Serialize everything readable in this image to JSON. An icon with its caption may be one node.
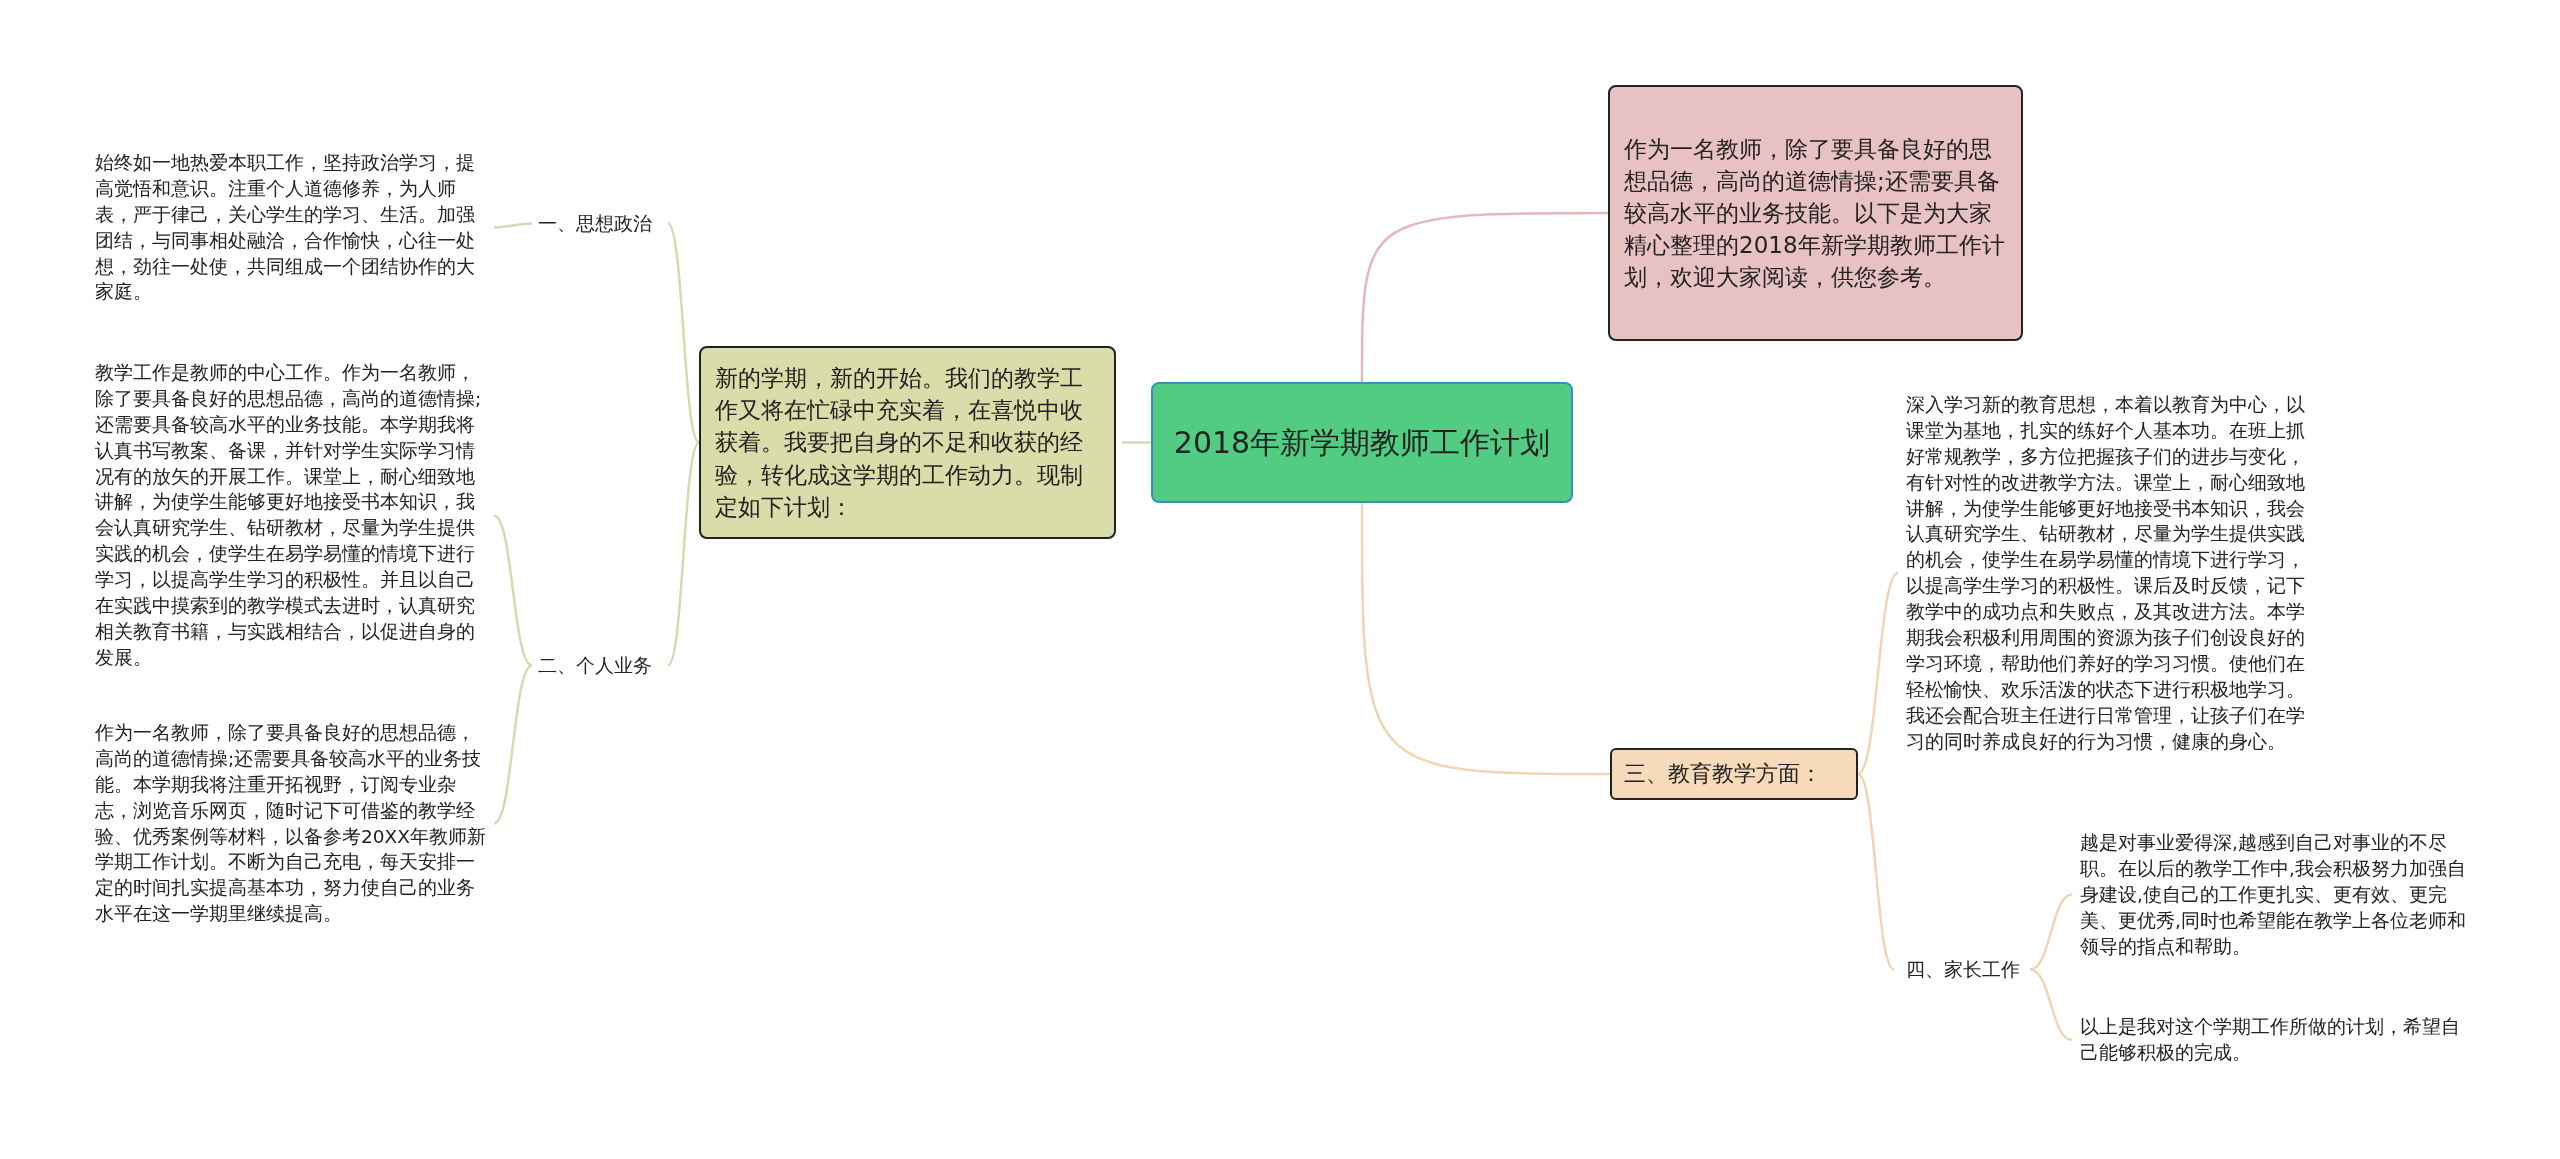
{
  "diagram": {
    "nodes": [
      {
        "text": [
          "2018年新学期教师工作计划"
        ]
      },
      {
        "text": [
          "新的学期，新的开始。我们的教学工作又将在忙碌中充实着，在喜悦中收获着。我要把自身的不足和收获的经验，转化成这学期的工作动力。现制定如下计划："
        ]
      },
      {
        "text": [
          "作为一名教师，除了要具备良好的思想品德，高尚的道德情操;还需要具备较高水平的业务技能。以下是为大家精心整理的2018年新学期教师工作计划，欢迎大家阅读，供您参考。"
        ]
      },
      {
        "text": [
          "三、教育教学方面："
        ]
      },
      {
        "text": [
          "一、思想政治"
        ]
      },
      {
        "text": [
          "始终如一地热爱本职工作，坚持政治学习，提高觉悟和意识。注重个人道德修养，为人师表，严于律己，关心学生的学习、生活。加强团结，与同事相处融洽，合作愉快，心往一处想，劲往一处使，共同组成一个团结协作的大家庭。"
        ]
      },
      {
        "text": [
          "二、个人业务"
        ]
      },
      {
        "text": [
          "教学工作是教师的中心工作。作为一名教师，除了要具备良好的思想品德，高尚的道德情操;还需要具备较高水平的业务技能。本学期我将认真书写教案、备课，并针对学生实际学习情况有的放矢的开展工作。课堂上，耐心细致地讲解，为使学生能够更好地接受书本知识，我会认真研究学生、钻研教材，尽量为学生提供实践的机会，使学生在易学易懂的情境下进行学习，以提高学生学习的积极性。并且以自己在实践中摸索到的教学模式去进时，认真研究相关教育书籍，与实践相结合，以促进自身的发展。"
        ]
      },
      {
        "text": [
          "作为一名教师，除了要具备良好的思想品德，高尚的道德情操;还需要具备较高水平的业务技能。本学期我将注重开拓视野，订阅专业杂志，浏览音乐网页，随时记下可借鉴的教学经验、优秀案例等材料，以备参考20XX年教师新学期工作计划。不断为自己充电，每天安排一定的时间扎实提高基本功，努力使自己的业务水平在这一学期里继续提高。"
        ]
      },
      {
        "text": [
          "深入学习新的教育思想，本着以教育为中心，以课堂为基地，扎实的练好个人基本功。在班上抓好常规教学，多方位把握孩子们的进步与变化，有针对性的改进教学方法。课堂上，耐心细致地讲解，为使学生能够更好地接受书本知识，我会认真研究学生、钻研教材，尽量为学生提供实践的机会，使学生在易学易懂的情境下进行学习，以提高学生学习的积极性。课后及时反馈，记下教学中的成功点和失败点，及其改进方法。本学期我会积极利用周围的资源为孩子们创设良好的学习环境，帮助他们养好的学习习惯。使他们在轻松愉快、欢乐活泼的状态下进行积极地学习。我还会配合班主任进行日常管理，让孩子们在学习的同时养成良好的行为习惯，健康的身心。"
        ]
      },
      {
        "text": [
          "四、家长工作"
        ]
      },
      {
        "text": [
          "越是对事业爱得深,越感到自己对事业的不尽职。在以后的教学工作中,我会积极努力加强自身建设,使自己的工作更扎实、更有效、更完美、更优秀,同时也希望能在教学上各位老师和领导的指点和帮助。"
        ]
      },
      {
        "text": [
          "以上是我对这个学期工作所做的计划，希望自己能够积极的完成。"
        ]
      }
    ],
    "edges": [
      {
        "from": 0,
        "to": 1,
        "arrow": "none"
      },
      {
        "from": 0,
        "to": 2,
        "arrow": "none",
        "color": "#e3b9bc"
      },
      {
        "from": 0,
        "to": 3,
        "arrow": "none",
        "color": "#efd5b3"
      },
      {
        "from": 1,
        "to": 4,
        "arrow": "none"
      },
      {
        "from": 1,
        "to": 6,
        "arrow": "none"
      },
      {
        "from": 4,
        "to": 5,
        "arrow": "none"
      },
      {
        "from": 6,
        "to": 7,
        "arrow": "none"
      },
      {
        "from": 6,
        "to": 8,
        "arrow": "none"
      },
      {
        "from": 3,
        "to": 9,
        "arrow": "none",
        "color": "#efd5b3"
      },
      {
        "from": 3,
        "to": 10,
        "arrow": "none",
        "color": "#efd5b3"
      },
      {
        "from": 10,
        "to": 11,
        "arrow": "none",
        "color": "#efd5b3"
      },
      {
        "from": 10,
        "to": 12,
        "arrow": "none",
        "color": "#efd5b3"
      }
    ]
  }
}
